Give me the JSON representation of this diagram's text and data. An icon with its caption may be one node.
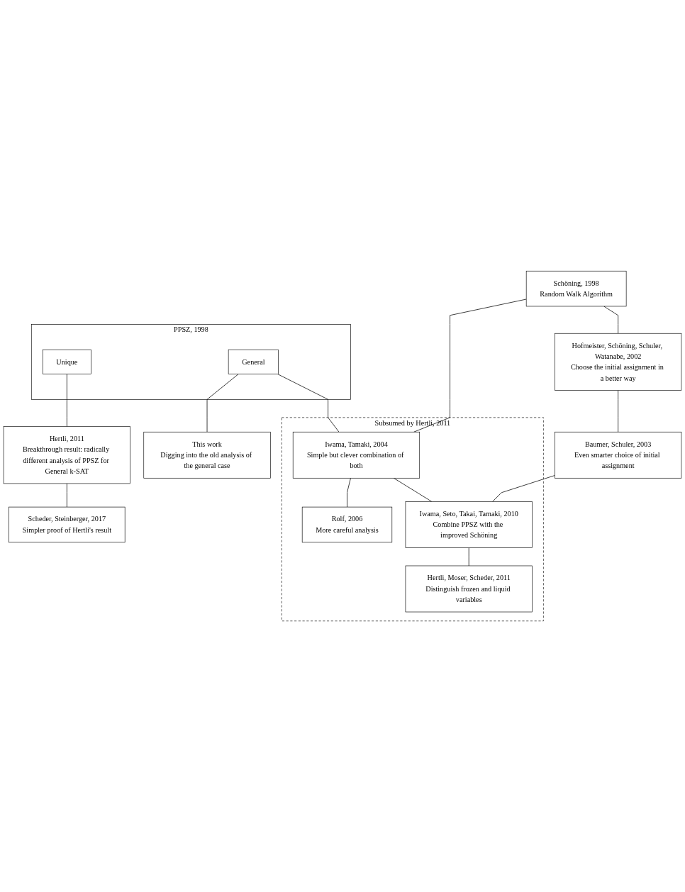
{
  "diagram": {
    "nodes": [
      {
        "text": [
          "PPSZ, 1998"
        ]
      },
      {
        "text": [
          "Unique"
        ],
        "in": 0
      },
      {
        "text": [
          "General"
        ],
        "in": 0
      },
      {
        "text": [
          "Schöning, 1998",
          "Random Walk Algorithm"
        ]
      },
      {
        "text": [
          "Hofmeister, Schöning, Schuler, Watanabe, 2002",
          "Choose the initial assignment in a better way"
        ]
      },
      {
        "text": [
          "Subsumed by Hertli, 2011"
        ]
      },
      {
        "text": [
          "Iwama, Tamaki, 2004",
          "Simple but clever combination of both"
        ],
        "in": 5
      },
      {
        "text": [
          "Rolf, 2006",
          "More careful analysis"
        ],
        "in": 5
      },
      {
        "text": [
          "Baumer, Schuler, 2003",
          "Even smarter choice of initial assignment"
        ]
      },
      {
        "text": [
          "Iwama, Seto, Takai, Tamaki, 2010",
          "Combine PPSZ with the improved Schöning"
        ],
        "in": 5
      },
      {
        "text": [
          "Hertli, Moser, Scheder, 2011",
          "Distinguish frozen and liquid variables"
        ],
        "in": 5
      },
      {
        "text": [
          "Hertli, 2011",
          "Breakthrough result: radically different analysis of PPSZ for General k-SAT"
        ]
      },
      {
        "text": [
          "Scheder, Steinberger, 2017",
          "Simpler proof of Hertli's result"
        ]
      },
      {
        "text": [
          "This work",
          "Digging into the old analysis of the general case"
        ]
      }
    ],
    "edges": [
      {
        "from": 1,
        "to": 11,
        "arrow": "none"
      },
      {
        "from": 2,
        "to": 13,
        "arrow": "none"
      },
      {
        "from": 2,
        "to": 6,
        "arrow": "none"
      },
      {
        "from": 3,
        "to": 6,
        "arrow": "none"
      },
      {
        "from": 3,
        "to": 4,
        "arrow": "none"
      },
      {
        "from": 4,
        "to": 8,
        "arrow": "none"
      },
      {
        "from": 6,
        "to": 7,
        "arrow": "none"
      },
      {
        "from": 6,
        "to": 9,
        "arrow": "none"
      },
      {
        "from": 8,
        "to": 9,
        "arrow": "none"
      },
      {
        "from": 9,
        "to": 10,
        "arrow": "none"
      },
      {
        "from": 11,
        "to": 12,
        "arrow": "none"
      }
    ]
  }
}
